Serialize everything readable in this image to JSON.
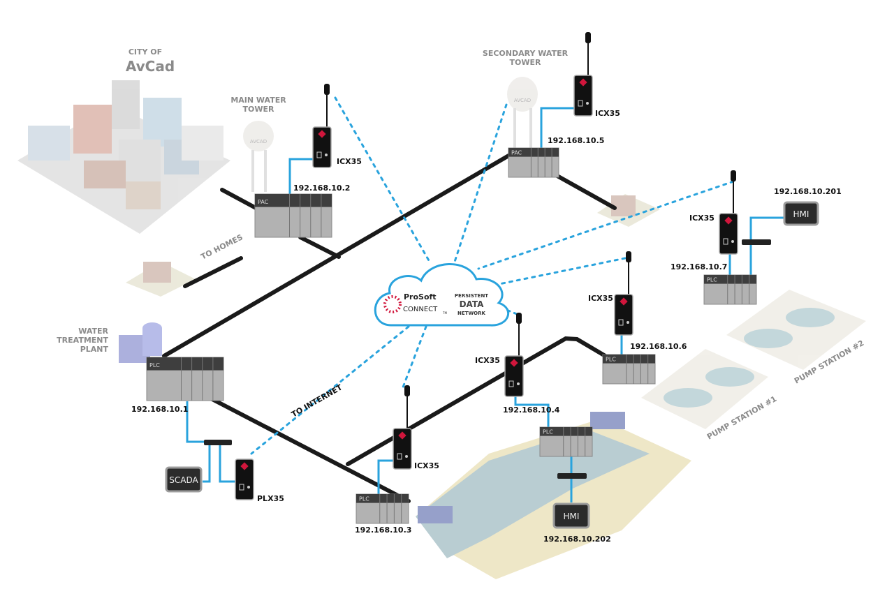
{
  "colors": {
    "ethernet": "#29a3dd",
    "road": "#1a1a1a",
    "device": "#111111",
    "accent": "#d1163c"
  },
  "labels": {
    "city_of": "CITY OF",
    "city_name": "AvCad",
    "main_tower": [
      "MAIN WATER",
      "TOWER"
    ],
    "secondary_tower": [
      "SECONDARY WATER",
      "TOWER"
    ],
    "treatment_plant": [
      "WATER",
      "TREATMENT",
      "PLANT"
    ],
    "to_homes": "TO HOMES",
    "to_internet": "TO INTERNET",
    "pump1": "PUMP STATION #1",
    "pump2": "PUMP STATION #2",
    "tower_brand": "AVCAD"
  },
  "cloud": {
    "brand_top": "ProSoft",
    "brand_bottom": "CONNECT",
    "tm": "TM",
    "line1": "PERSISTENT",
    "line2": "DATA",
    "line3": "NETWORK"
  },
  "devices": {
    "icx_main": "ICX35",
    "icx_secondary": "ICX35",
    "icx_station2": "ICX35",
    "icx_station1": "ICX35",
    "icx_river": "ICX35",
    "icx_plc3": "ICX35",
    "plx": "PLX35"
  },
  "ips": {
    "main_pac": "192.168.10.2",
    "secondary_pac": "192.168.10.5",
    "hmi_station2": "192.168.10.201",
    "plc_station2": "192.168.10.7",
    "plc_station1": "192.168.10.6",
    "plc_river": "192.168.10.4",
    "plc_plant": "192.168.10.1",
    "plc_3": "192.168.10.3",
    "hmi_river": "192.168.10.202"
  },
  "racks": {
    "pac": "PAC",
    "plc": "PLC"
  },
  "screens": {
    "hmi": "HMI",
    "scada": "SCADA"
  }
}
